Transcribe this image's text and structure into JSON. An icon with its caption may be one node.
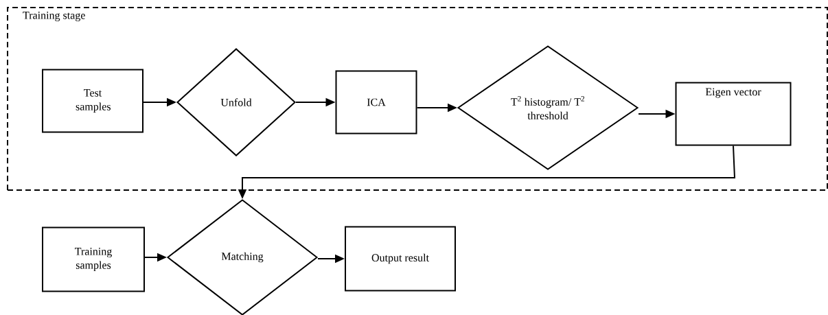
{
  "diagram": {
    "nodes": [
      {
        "text": [
          "Training stage"
        ]
      },
      {
        "text": [
          "Test samples"
        ],
        "in": 0
      },
      {
        "text": [
          "Unfold"
        ],
        "in": 0
      },
      {
        "text": [
          "ICA"
        ],
        "in": 0
      },
      {
        "text": [
          "T$^{2}$ histogram/ T$^{2}$ threshold"
        ],
        "in": 0
      },
      {
        "text": [
          "Eigen vector"
        ],
        "in": 0
      },
      {
        "text": [
          "Training samples"
        ]
      },
      {
        "text": [
          "Matching"
        ]
      },
      {
        "text": [
          "Output result"
        ]
      }
    ],
    "edges": [
      {
        "from": 1,
        "to": 2,
        "arrow": "to"
      },
      {
        "from": 2,
        "to": 3,
        "arrow": "to"
      },
      {
        "from": 3,
        "to": 4,
        "arrow": "to"
      },
      {
        "from": 4,
        "to": 5,
        "arrow": "to"
      },
      {
        "from": 5,
        "to": 7,
        "arrow": "to"
      },
      {
        "from": 6,
        "to": 7,
        "arrow": "to"
      },
      {
        "from": 7,
        "to": 8,
        "arrow": "to"
      }
    ]
  }
}
